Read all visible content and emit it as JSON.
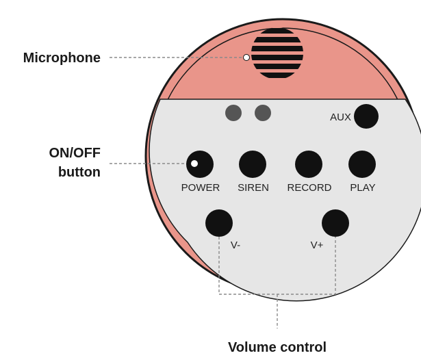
{
  "colors": {
    "shell": "#e9958a",
    "panel": "#e6e6e6",
    "button": "#111111",
    "led": "#555555",
    "outline": "#1a1a1a"
  },
  "callouts": {
    "microphone": "Microphone",
    "on_off_line1": "ON/OFF",
    "on_off_line2": "button",
    "volume": "Volume control"
  },
  "buttons": {
    "aux": "AUX",
    "power": "POWER",
    "siren": "SIREN",
    "record": "RECORD",
    "play": "PLAY",
    "volume_down": "V-",
    "volume_up": "V+"
  },
  "icons": {
    "speaker_grille": "microphone-grille-icon",
    "indicator_leds": "led-indicator-icon"
  }
}
